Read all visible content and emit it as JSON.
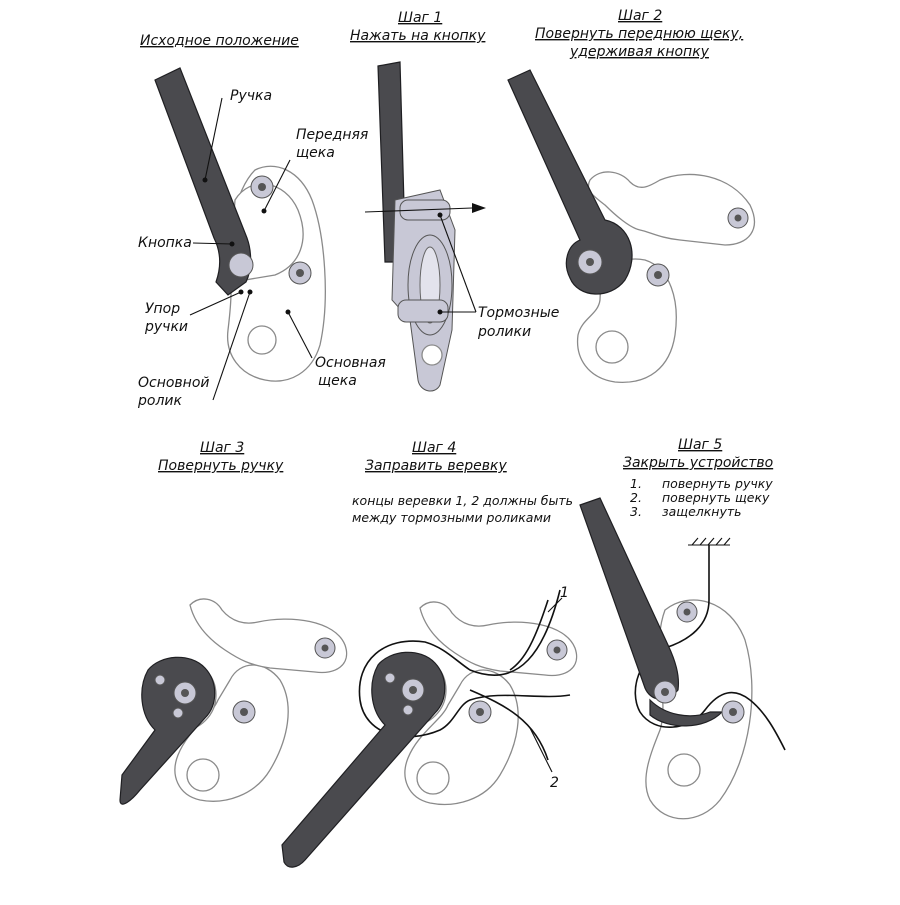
{
  "panels": {
    "p0": {
      "title": "Исходное положение",
      "labels": {
        "handle": "Ручка",
        "front_cheek_1": "Передняя",
        "front_cheek_2": "щека",
        "button": "Кнопка",
        "handle_stop_1": "Упор",
        "handle_stop_2": "ручки",
        "main_roller_1": "Основной",
        "main_roller_2": "ролик",
        "main_cheek_1": "Основная",
        "main_cheek_2": "щека"
      }
    },
    "p1": {
      "title_1": "Шаг 1",
      "title_2": "Нажать на кнопку",
      "labels": {
        "brake_rollers_1": "Тормозные",
        "brake_rollers_2": "ролики"
      }
    },
    "p2": {
      "title_1": "Шаг 2",
      "title_2": "Повернуть переднюю щеку,",
      "title_3": "удерживая кнопку"
    },
    "p3": {
      "title_1": "Шаг 3",
      "title_2": "Повернуть ручку"
    },
    "p4": {
      "title_1": "Шаг 4",
      "title_2": "Заправить веревку",
      "note_1": "концы веревки 1, 2 должны быть",
      "note_2": "между тормозными роликами",
      "rope_1": "1",
      "rope_2": "2"
    },
    "p5": {
      "title_1": "Шаг 5",
      "title_2": "Закрыть устройство",
      "steps": [
        {
          "num": "1.",
          "text": "повернуть ручку"
        },
        {
          "num": "2.",
          "text": "повернуть щеку"
        },
        {
          "num": "3.",
          "text": "защелкнуть"
        }
      ]
    }
  }
}
